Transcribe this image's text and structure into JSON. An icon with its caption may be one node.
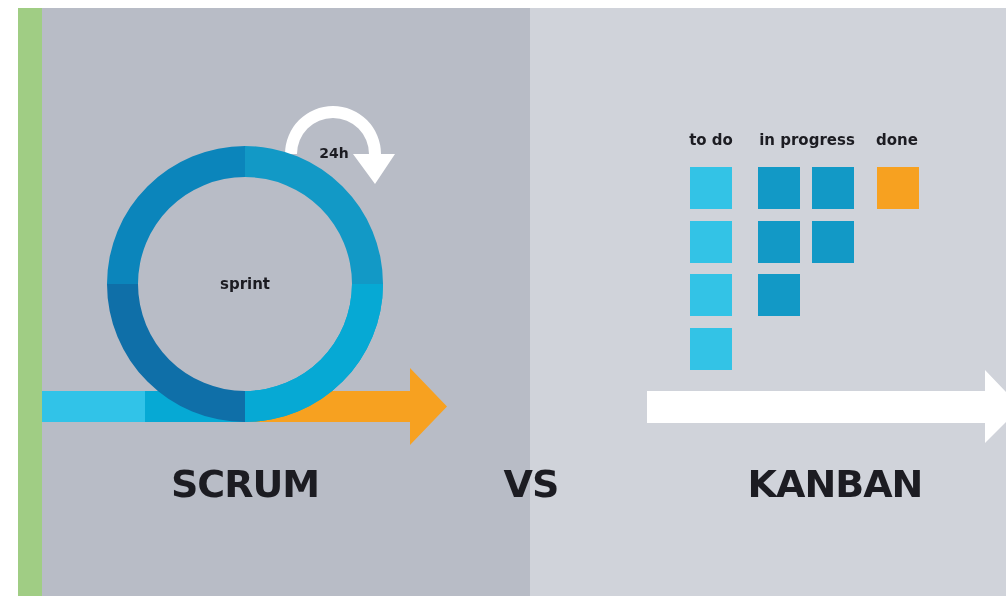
{
  "diagram": {
    "nodes": [
      {
        "text": [
          "sprint"
        ]
      },
      {
        "text": [],
        "shape": "box"
      },
      {
        "text": [],
        "shape": "box"
      },
      {
        "text": [],
        "shape": "box"
      },
      {
        "text": [],
        "shape": "box"
      },
      {
        "text": [],
        "shape": "box"
      },
      {
        "text": [],
        "shape": "box"
      },
      {
        "text": [],
        "shape": "box"
      },
      {
        "text": [],
        "shape": "box"
      },
      {
        "text": [],
        "shape": "box"
      },
      {
        "text": [],
        "shape": "box"
      }
    ],
    "labels": [
      "24h",
      "to do",
      "in progress",
      "done",
      "SCRUM",
      "VS",
      "KANBAN"
    ]
  }
}
